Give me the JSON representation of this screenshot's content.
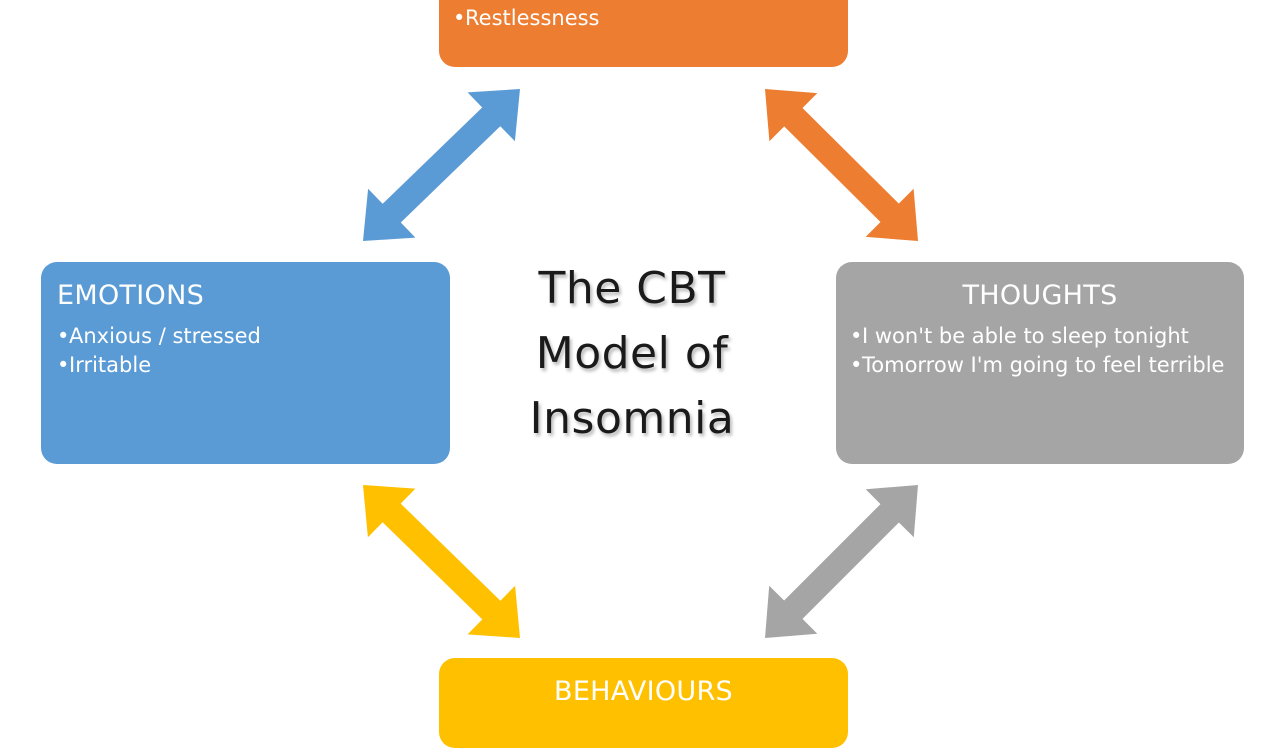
{
  "center_title": [
    "The CBT",
    "Model of",
    "Insomnia"
  ],
  "boxes": {
    "physical": {
      "bullets": [
        "Restlessness"
      ],
      "color": "#ed7d31"
    },
    "emotions": {
      "title": "EMOTIONS",
      "bullets": [
        "Anxious / stressed",
        "Irritable"
      ],
      "color": "#5b9bd5"
    },
    "thoughts": {
      "title": "THOUGHTS",
      "bullets": [
        "I won't be able to sleep tonight",
        "Tomorrow I'm going to feel terrible"
      ],
      "color": "#a5a5a5"
    },
    "behaviours": {
      "title": "BEHAVIOURS",
      "color": "#ffc000"
    }
  },
  "arrows": [
    {
      "connects": [
        "physical",
        "emotions"
      ],
      "color": "#5b9bd5",
      "direction": "both"
    },
    {
      "connects": [
        "physical",
        "thoughts"
      ],
      "color": "#ed7d31",
      "direction": "both"
    },
    {
      "connects": [
        "emotions",
        "behaviours"
      ],
      "color": "#ffc000",
      "direction": "both"
    },
    {
      "connects": [
        "thoughts",
        "behaviours"
      ],
      "color": "#a5a5a5",
      "direction": "both"
    }
  ]
}
